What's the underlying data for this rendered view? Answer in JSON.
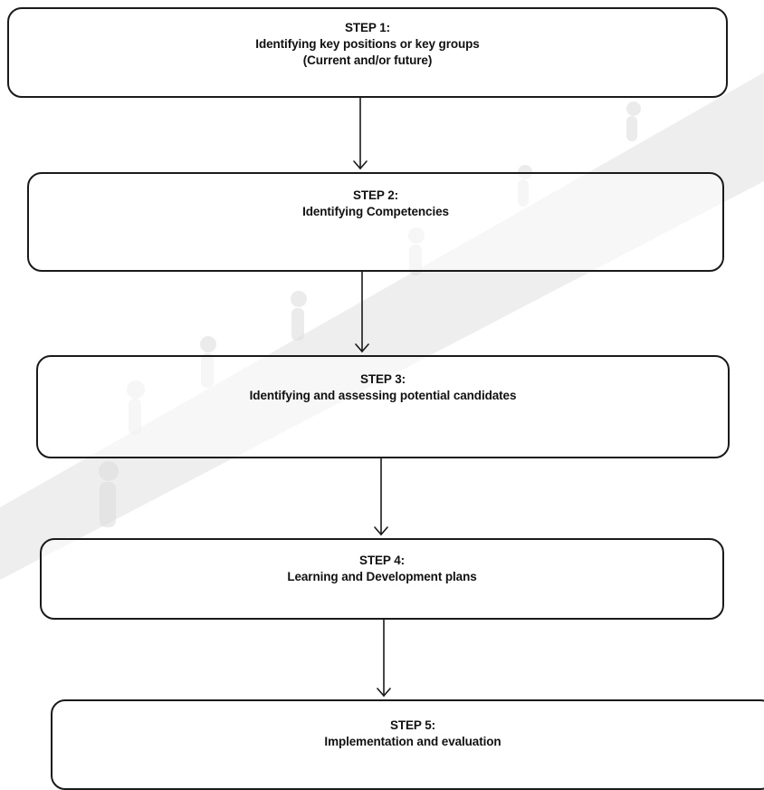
{
  "steps": [
    {
      "lines": [
        "STEP 1:",
        "Identifying key positions or key groups",
        "(Current and/or future)"
      ]
    },
    {
      "lines": [
        "STEP 2:",
        "Identifying Competencies"
      ]
    },
    {
      "lines": [
        "STEP 3:",
        "Identifying and assessing potential candidates"
      ]
    },
    {
      "lines": [
        "STEP 4:",
        "Learning and Development plans"
      ]
    },
    {
      "lines": [
        "STEP 5:",
        "Implementation and evaluation"
      ]
    }
  ],
  "colors": {
    "box_border": "#1a1a1a",
    "text": "#111111",
    "arrow": "#1a1a1a",
    "watermark": "#e6e6e6"
  },
  "icons": {
    "background": "running-figures-watermark"
  }
}
